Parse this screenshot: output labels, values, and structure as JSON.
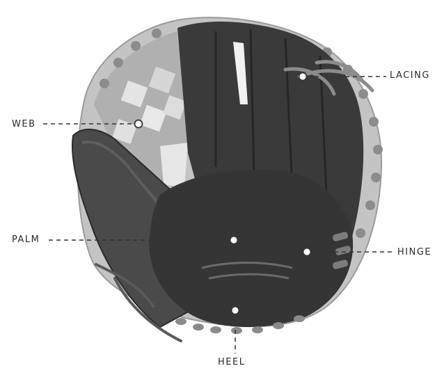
{
  "diagram": {
    "callouts": [
      {
        "id": "web",
        "label": "WEB"
      },
      {
        "id": "lacing",
        "label": "LACING"
      },
      {
        "id": "palm",
        "label": "PALM"
      },
      {
        "id": "hinge",
        "label": "HINGE"
      },
      {
        "id": "heel",
        "label": "HEEL"
      }
    ]
  },
  "colors": {
    "glove_body": "#3c3c3c",
    "glove_dark": "#2b2b2b",
    "web_light": "#a9a9a9",
    "rim_light": "#bcbcbc",
    "lacing": "#8a8a8a",
    "leader_line": "#333333",
    "marker_fill": "#ffffff"
  }
}
